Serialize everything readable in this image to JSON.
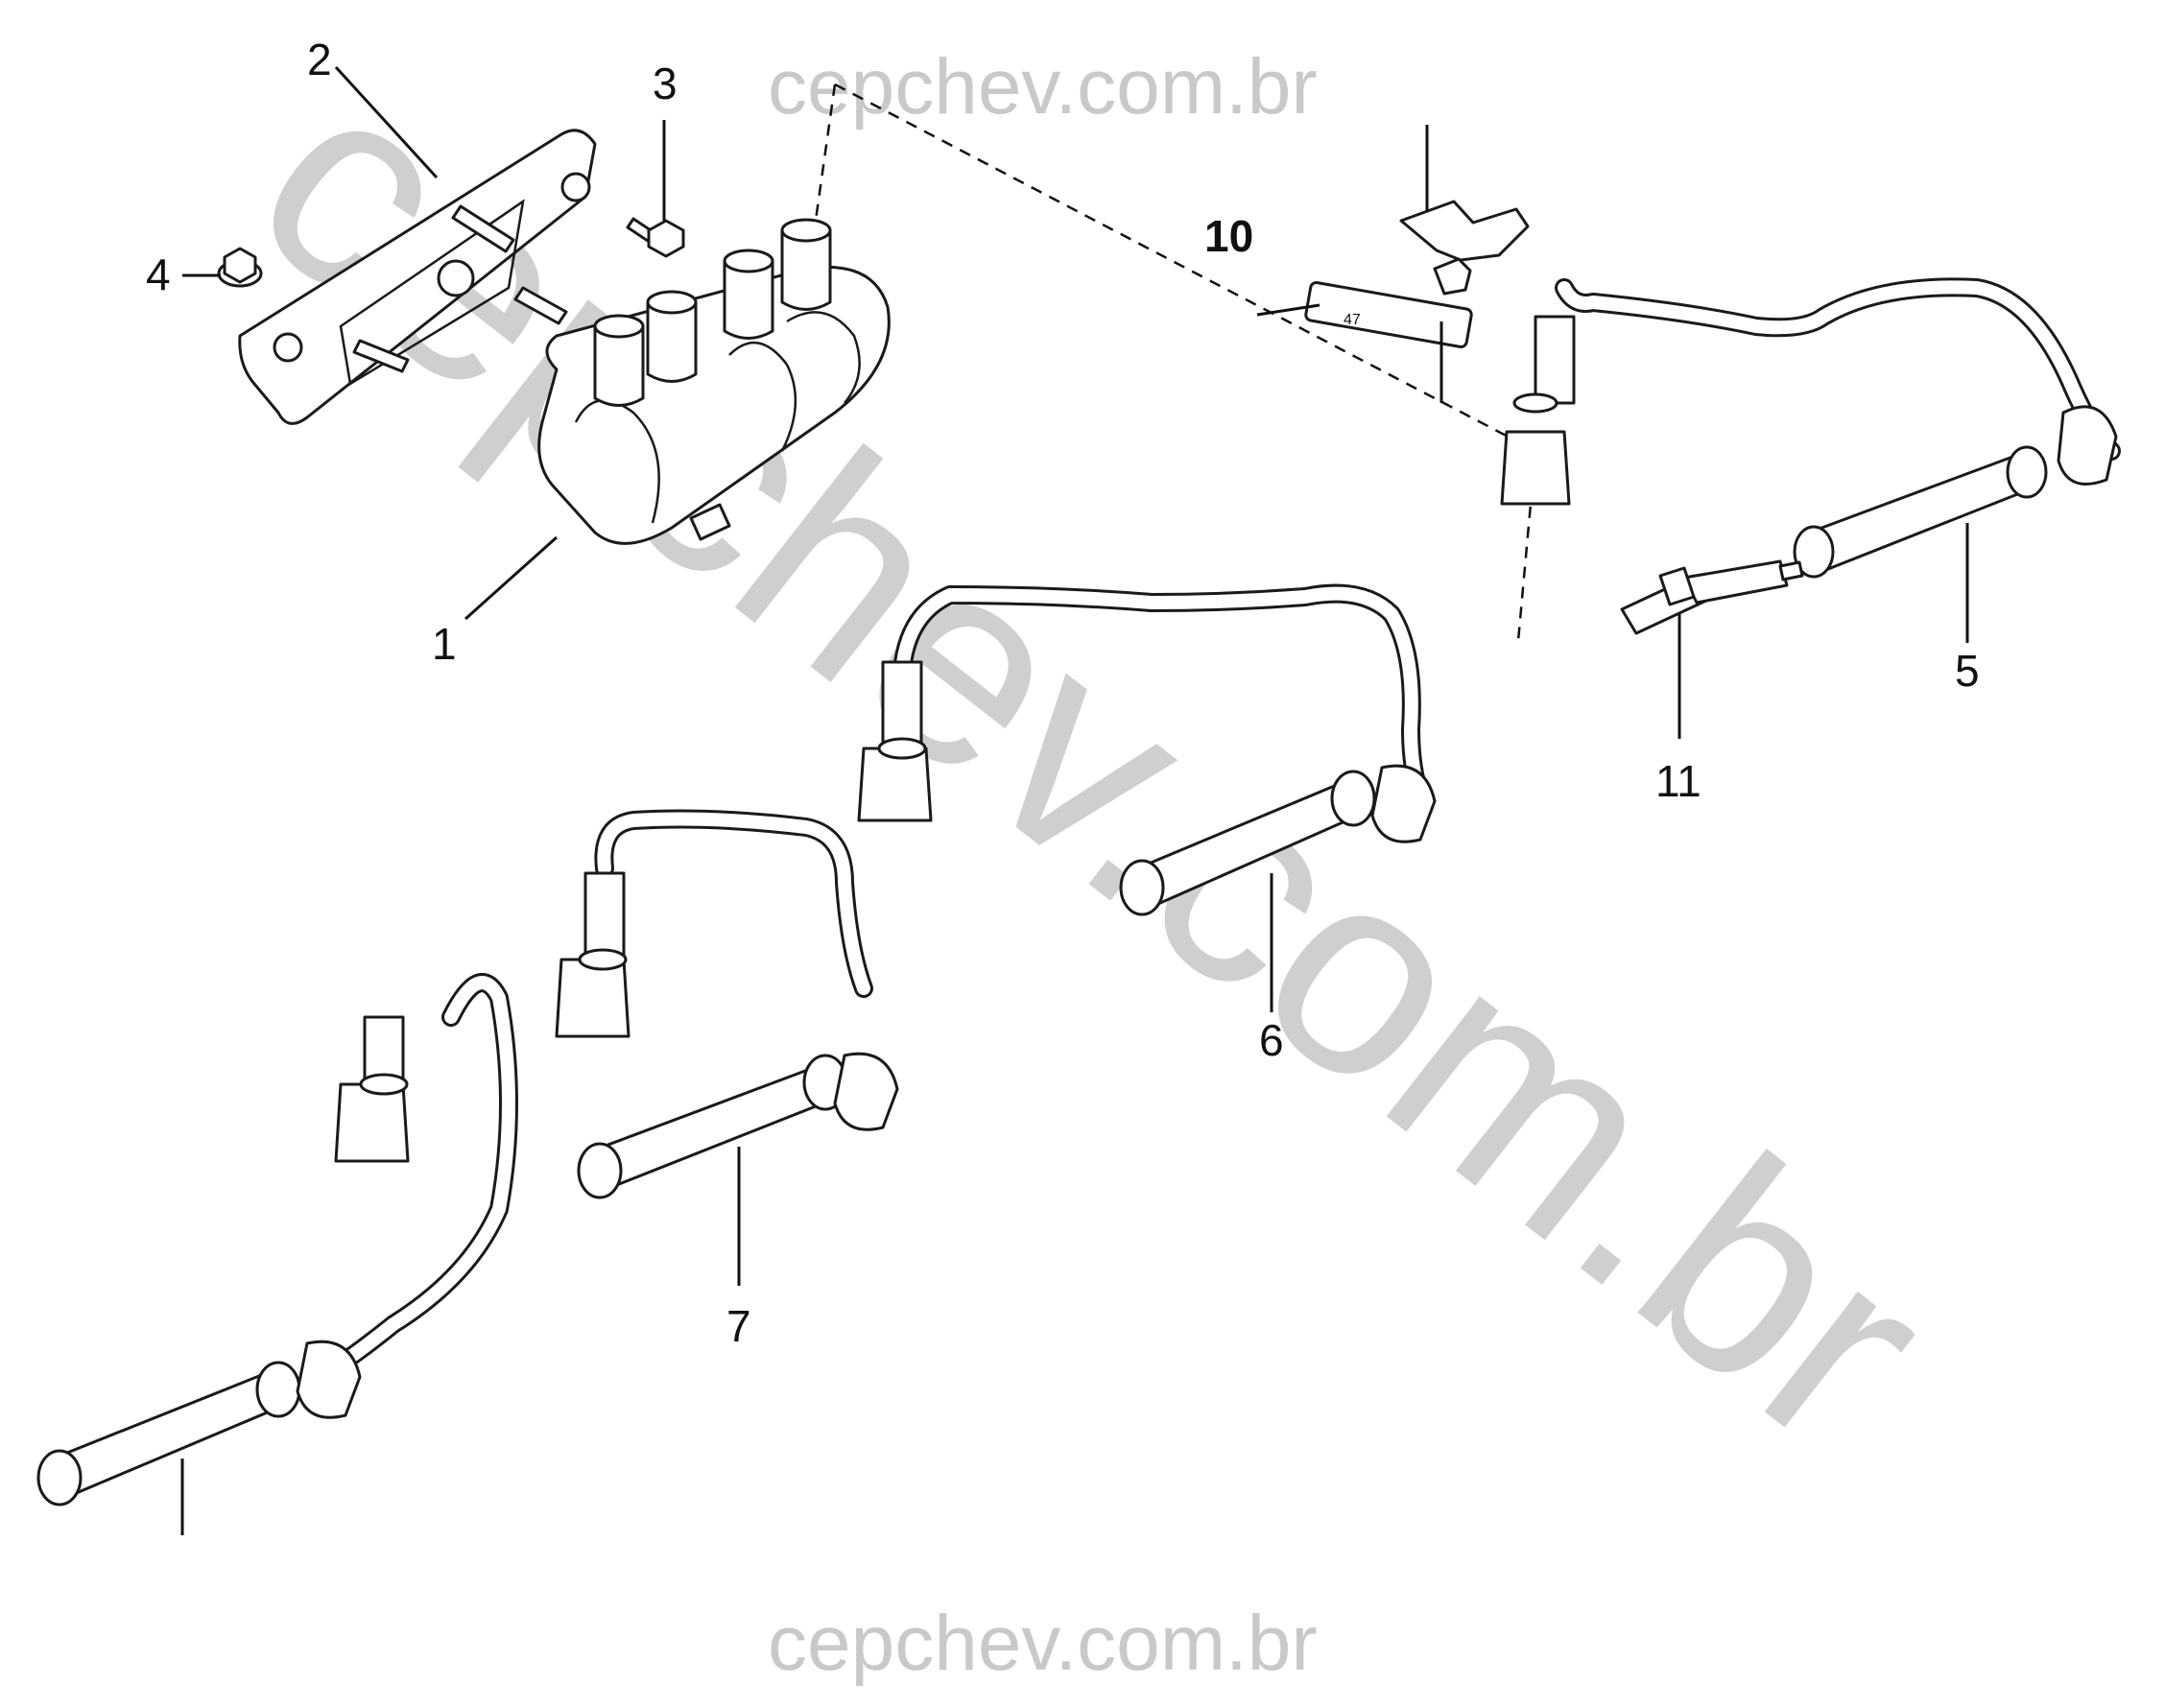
{
  "watermark": {
    "top": "cepchev.com.br",
    "bottom": "cepchev.com.br",
    "diagonal": "cepchev.com.br"
  },
  "labels": {
    "coil": "1",
    "bracket": "2",
    "bolt": "3",
    "nut": "4",
    "wire_5": "5",
    "wire_6": "6",
    "wire_7": "7",
    "tag": "10",
    "spark_plug": "11"
  },
  "tag_text": "47"
}
